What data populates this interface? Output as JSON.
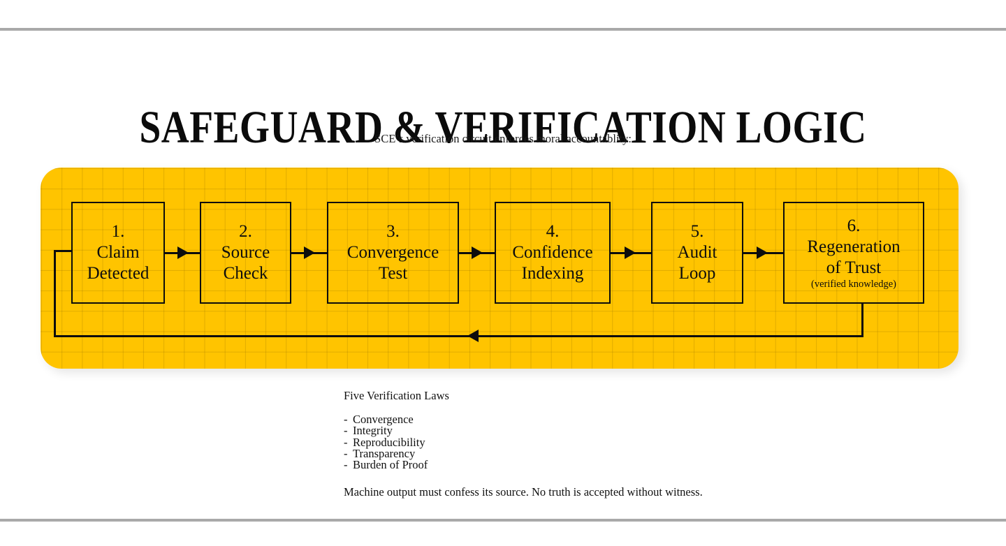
{
  "page": {
    "title": "SAFEGUARD & VERIFICATION LOGIC",
    "subtitle": "SCE’s verification circuit enforces moral accountablity:"
  },
  "theme": {
    "panel_background": "#FFC400",
    "grid_line": "#8a6700",
    "stroke": "#0d0d0d",
    "rule": "#a9a9a9",
    "page_background": "#ffffff"
  },
  "diagram": {
    "type": "flowchart",
    "orientation": "left-to-right",
    "feedback_loop": {
      "from": "6. Regeneration of Trust",
      "to": "1. Claim Detected",
      "direction": "right-to-left"
    },
    "steps": [
      {
        "num": "1.",
        "lines": [
          "Claim",
          "Detected"
        ],
        "sub": ""
      },
      {
        "num": "2.",
        "lines": [
          "Source",
          "Check"
        ],
        "sub": ""
      },
      {
        "num": "3.",
        "lines": [
          "Convergence",
          "Test"
        ],
        "sub": ""
      },
      {
        "num": "4.",
        "lines": [
          "Confidence",
          "Indexing"
        ],
        "sub": ""
      },
      {
        "num": "5.",
        "lines": [
          "Audit",
          "Loop"
        ],
        "sub": ""
      },
      {
        "num": "6.",
        "lines": [
          "Regeneration",
          "of Trust"
        ],
        "sub": "(verified knowledge)"
      }
    ]
  },
  "notes": {
    "heading": "Five Verification Laws",
    "laws": [
      "Convergence",
      "Integrity",
      "Reproducibility",
      "Transparency",
      "Burden of Proof"
    ],
    "footer": "Machine output must confess its source. No truth is accepted without witness."
  }
}
